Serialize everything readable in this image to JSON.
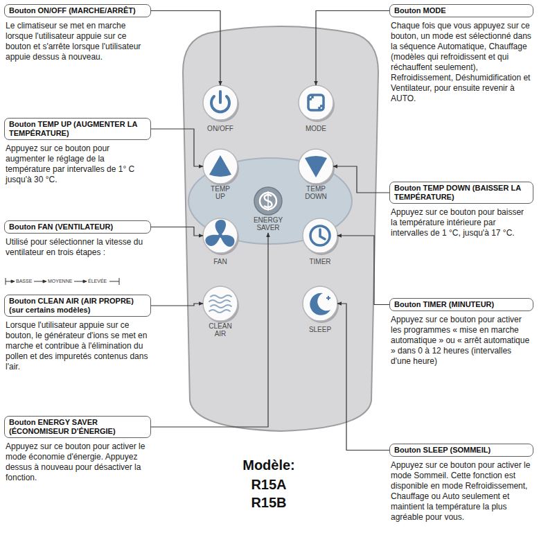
{
  "diagram": {
    "nodes": [
      {
        "text": [
          "Bouton ON/OFF (MARCHE/ARRÊT)",
          "Le climatiseur se met en marche lorsque l'utilisateur appuie sur ce bouton et s'arrête lorsque l'utilisateur appuie dessus à nouveau."
        ]
      },
      {
        "text": [
          "Bouton MODE",
          "Chaque fois que vous appuyez sur ce bouton, un mode est sélectionné dans la séquence Automatique, Chauffage (modèles qui refroidissent et qui réchauffent seulement), Refroidissement, Déshumidification et Ventilateur, pour ensuite revenir à AUTO."
        ]
      },
      {
        "text": [
          "Bouton TEMP UP (AUGMENTER LA TEMPÉRATURE)",
          "Appuyez sur ce bouton pour augmenter le réglage de la température par intervalles de 1° C jusqu'à 30 °C."
        ]
      },
      {
        "text": [
          "Bouton TEMP DOWN (BAISSER LA TEMPÉRATURE)",
          "Appuyez sur ce bouton pour baisser la température intérieure par intervalles de 1 °C, jusqu'à 17 °C."
        ]
      },
      {
        "text": [
          "Bouton FAN (VENTILATEUR)",
          "Utilisé pour sélectionner la vitesse du ventilateur en trois étapes :"
        ]
      },
      {
        "text": [
          "Bouton TIMER (MINUTEUR)",
          "Appuyez sur ce bouton pour activer les programmes « mise en marche automatique » ou « arrêt automatique » dans 0 à 12 heures (intervalles d'une heure)"
        ]
      },
      {
        "text": [
          "Bouton CLEAN AIR (AIR PROPRE) (sur certains modèles)",
          "Lorsque l'utilisateur appuie sur ce bouton, le générateur d'ions se met en marche et contribue à l'élimination du pollen et des impuretés contenus dans l'air."
        ]
      },
      {
        "text": [
          "Bouton SLEEP (SOMMEIL)",
          "Appuyez sur ce bouton pour activer le mode Sommeil. Cette fonction est disponible en mode Refroidissement, Chauffage ou Auto seulement et maintient la température la plus agréable pour vous."
        ]
      },
      {
        "text": [
          "Bouton ENERGY SAVER (ÉCONOMISEUR D'ÉNERGIE)",
          "Appuyez sur ce bouton pour activer le mode économie d'énergie. Appuyez dessus à nouveau pour désactiver la fonction."
        ]
      },
      {
        "text": [
          "ON/OFF"
        ]
      },
      {
        "text": [
          "MODE"
        ]
      },
      {
        "text": [
          "TEMP UP"
        ]
      },
      {
        "text": [
          "TEMP DOWN"
        ]
      },
      {
        "text": [
          "ENERGY SAVER"
        ]
      },
      {
        "text": [
          "FAN"
        ]
      },
      {
        "text": [
          "TIMER"
        ]
      },
      {
        "text": [
          "CLEAN AIR"
        ]
      },
      {
        "text": [
          "SLEEP"
        ]
      }
    ],
    "edges": [
      {
        "from": 0,
        "to": 9,
        "arrow": "to"
      },
      {
        "from": 1,
        "to": 10,
        "arrow": "to"
      },
      {
        "from": 2,
        "to": 11,
        "arrow": "to"
      },
      {
        "from": 3,
        "to": 12,
        "arrow": "to"
      },
      {
        "from": 4,
        "to": 14,
        "arrow": "to"
      },
      {
        "from": 5,
        "to": 15,
        "arrow": "to"
      },
      {
        "from": 6,
        "to": 16,
        "arrow": "to"
      },
      {
        "from": 7,
        "to": 17,
        "arrow": "to"
      },
      {
        "from": 8,
        "to": 13,
        "arrow": "to"
      }
    ],
    "labels": [
      "BASSE",
      "MOYENNE",
      "ÉLEVÉE",
      "Modèle:",
      "R15A",
      "R15B"
    ]
  }
}
